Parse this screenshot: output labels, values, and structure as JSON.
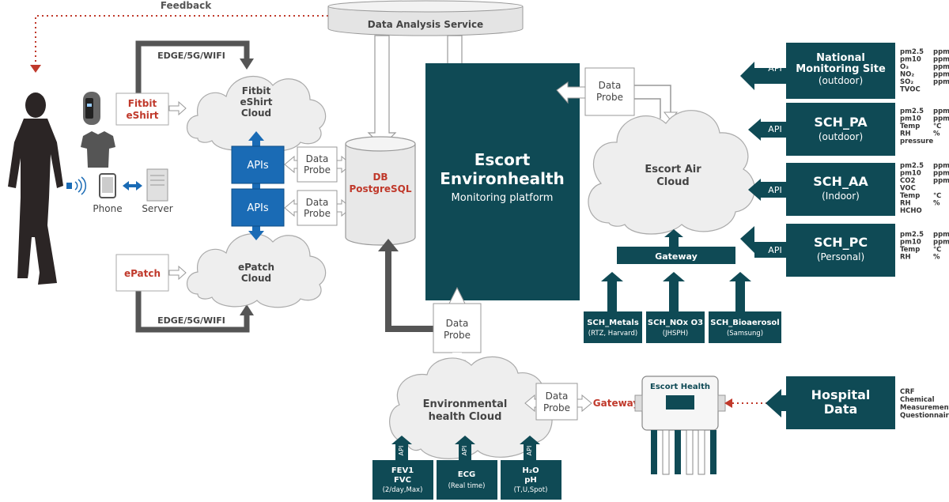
{
  "feedback_label": "Feedback",
  "data_analysis_service": "Data Analysis Service",
  "edge_label_top": "EDGE/5G/WIFI",
  "edge_label_bottom": "EDGE/5G/WIFI",
  "fitbit_box": [
    "Fitbit",
    "eShirt"
  ],
  "fitbit_cloud": [
    "Fitbit",
    "eShirt",
    "Cloud"
  ],
  "epatch_box": "ePatch",
  "epatch_cloud": [
    "ePatch",
    "Cloud"
  ],
  "apis_label": "APIs",
  "data_probe": [
    "Data",
    "Probe"
  ],
  "db": [
    "DB",
    "PostgreSQL"
  ],
  "phone_label": "Phone",
  "server_label": "Server",
  "platform": {
    "title_line1": "Escort",
    "title_line2": "Environhealth",
    "subtitle": "Monitoring platform"
  },
  "air_cloud": [
    "Escort Air",
    "Cloud"
  ],
  "api_label": "API",
  "gateway_label": "Gateway",
  "gateway_red": "Gateway",
  "sites": [
    {
      "name_line1": "National",
      "name_line2": "Monitoring Site",
      "sub": "(outdoor)",
      "metrics": [
        "pm2.5",
        "pm10",
        "O₃",
        "NO₂",
        "SO₂",
        "TVOC"
      ],
      "units": [
        "ppm",
        "ppm",
        "ppm",
        "ppm",
        "ppm",
        ""
      ]
    },
    {
      "name_line1": "SCH_PA",
      "name_line2": "",
      "sub": "(outdoor)",
      "metrics": [
        "pm2.5",
        "pm10",
        "Temp",
        "RH",
        "pressure"
      ],
      "units": [
        "ppm",
        "ppm",
        "℃",
        "%",
        ""
      ]
    },
    {
      "name_line1": "SCH_AA",
      "name_line2": "",
      "sub": "(Indoor)",
      "metrics": [
        "pm2.5",
        "pm10",
        "CO2",
        "VOC",
        "Temp",
        "RH",
        "HCHO"
      ],
      "units": [
        "ppm",
        "ppm",
        "ppm",
        "",
        "℃",
        "%",
        ""
      ]
    },
    {
      "name_line1": "SCH_PC",
      "name_line2": "",
      "sub": "(Personal)",
      "metrics": [
        "pm2.5",
        "pm10",
        "Temp",
        "RH"
      ],
      "units": [
        "ppm",
        "ppm",
        "℃",
        "%"
      ]
    }
  ],
  "sensors": [
    {
      "name": "SCH_Metals",
      "sub": "(RTZ, Harvard)"
    },
    {
      "name": "SCH_NOx O3",
      "sub": "(JHSPH)"
    },
    {
      "name": "SCH_Bioaerosol",
      "sub": "(Samsung)"
    }
  ],
  "env_cloud": [
    "Environmental",
    "health Cloud"
  ],
  "bottom_boxes": [
    {
      "line1": "FEV1",
      "line2": "FVC",
      "sub": "(2/day,Max)"
    },
    {
      "line1": "ECG",
      "line2": "",
      "sub": "(Real time)"
    },
    {
      "line1": "H₂O",
      "line2": "pH",
      "sub": "(T,U,Spot)"
    }
  ],
  "escort_health_device": "Escort Health",
  "hospital": {
    "line1": "Hospital",
    "line2": "Data",
    "notes": [
      "CRF",
      "Chemical",
      "Measurement",
      "Questionnaire"
    ]
  },
  "colors": {
    "teal": "#0f4a55",
    "blue": "#1a6bb5",
    "red": "#c0392b",
    "cloud": "#eeeeee",
    "arrow_dark": "#555555"
  }
}
